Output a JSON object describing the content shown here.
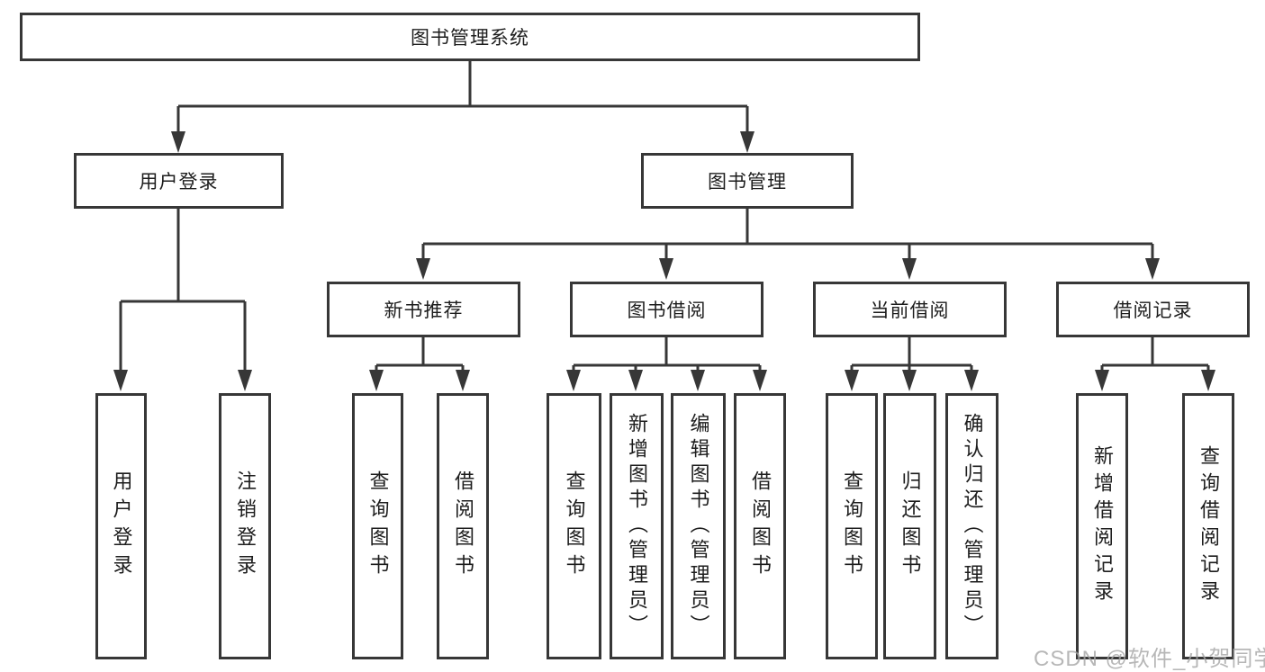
{
  "tree": {
    "root": {
      "label": "图书管理系统"
    },
    "children": [
      {
        "label": "用户登录",
        "children": [
          {
            "label": "用户登录"
          },
          {
            "label": "注销登录"
          }
        ]
      },
      {
        "label": "图书管理",
        "children": [
          {
            "label": "新书推荐",
            "children": [
              {
                "label": "查询图书"
              },
              {
                "label": "借阅图书"
              }
            ]
          },
          {
            "label": "图书借阅",
            "children": [
              {
                "label": "查询图书"
              },
              {
                "label": "新增图书（管理员）"
              },
              {
                "label": "编辑图书（管理员）"
              },
              {
                "label": "借阅图书"
              }
            ]
          },
          {
            "label": "当前借阅",
            "children": [
              {
                "label": "查询图书"
              },
              {
                "label": "归还图书"
              },
              {
                "label": "确认归还（管理员）"
              }
            ]
          },
          {
            "label": "借阅记录",
            "children": [
              {
                "label": "新增借阅记录"
              },
              {
                "label": "查询借阅记录"
              }
            ]
          }
        ]
      }
    ]
  },
  "watermark": {
    "text": "CSDN @软件_小贺同学"
  },
  "colors": {
    "line": "#373737",
    "box_border": "#373737",
    "text": "#1d1d1d",
    "background": "#ffffff",
    "watermark": "#a6a6a6"
  }
}
